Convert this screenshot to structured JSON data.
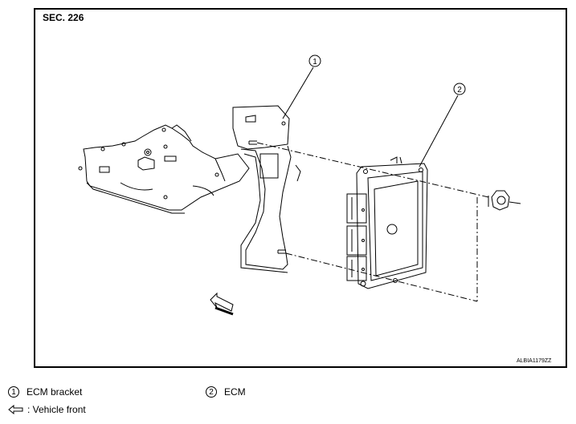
{
  "diagram": {
    "section_label": "SEC. 226",
    "image_code": "ALBIA1179ZZ",
    "callouts": [
      "1",
      "2"
    ]
  },
  "legend": {
    "items": [
      {
        "number": "1",
        "label": "ECM bracket"
      },
      {
        "number": "2",
        "label": "ECM"
      }
    ],
    "vehicle_front": ": Vehicle front"
  }
}
